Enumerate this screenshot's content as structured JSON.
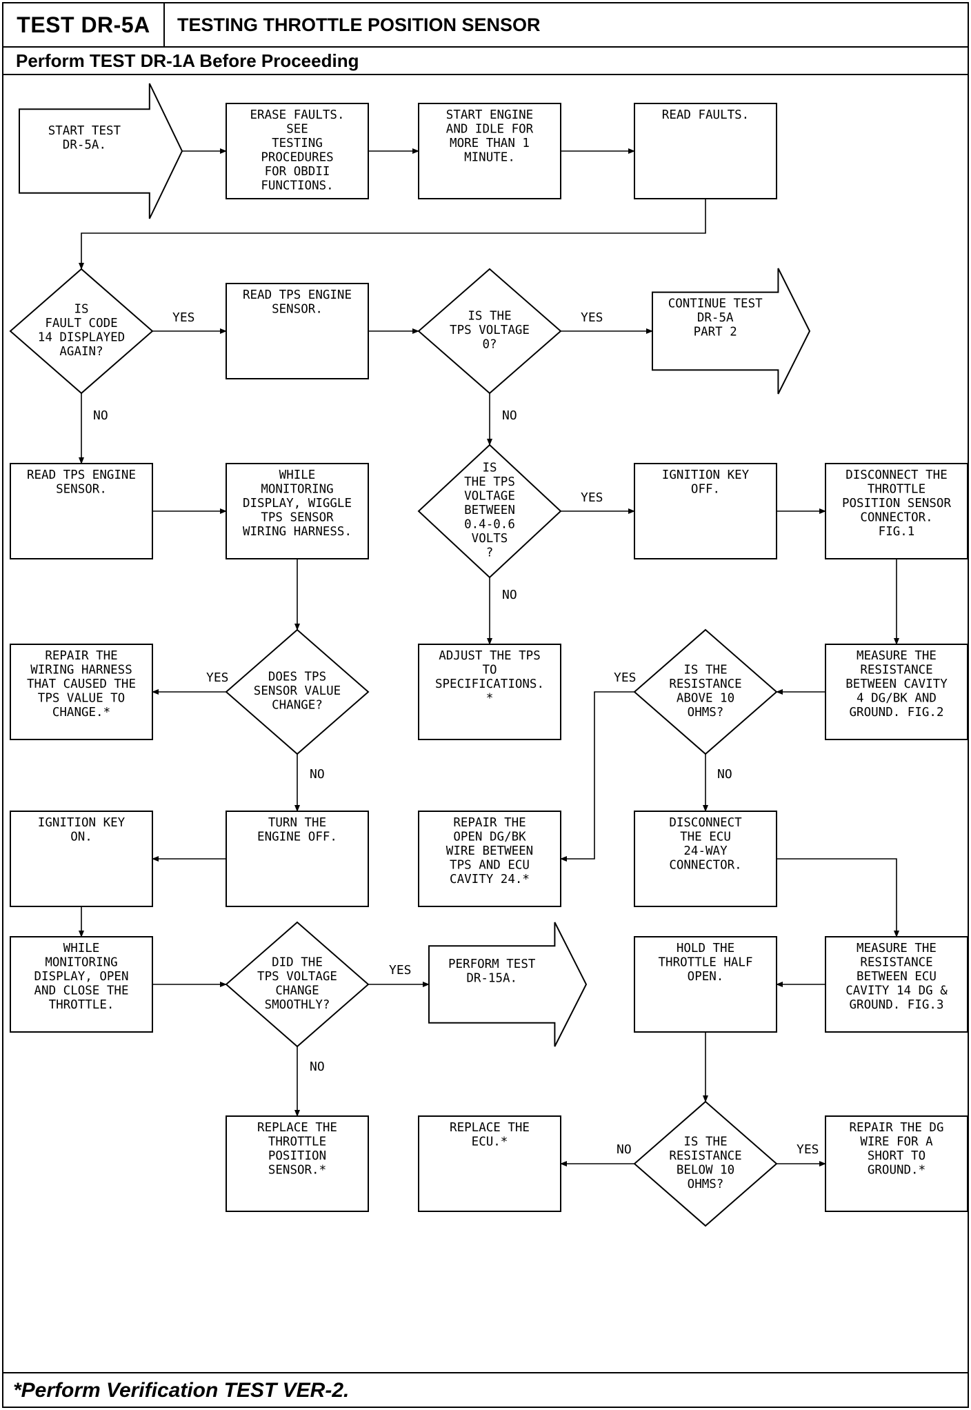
{
  "header": {
    "test_id": "TEST DR-5A",
    "title": "TESTING THROTTLE POSITION SENSOR",
    "prerequisite": "Perform TEST DR-1A Before Proceeding"
  },
  "footer": {
    "note": "*Perform Verification TEST VER-2."
  },
  "nodes": [
    {
      "id": "start",
      "shape": "arrow",
      "lines": [
        "START TEST",
        "DR-5A."
      ]
    },
    {
      "id": "erase",
      "shape": "box",
      "lines": [
        "ERASE FAULTS.",
        "SEE",
        "TESTING",
        "PROCEDURES",
        "FOR OBDII",
        "FUNCTIONS."
      ]
    },
    {
      "id": "startengine",
      "shape": "box",
      "lines": [
        "START ENGINE",
        "AND IDLE FOR",
        "MORE THAN 1",
        "MINUTE."
      ]
    },
    {
      "id": "readfaults",
      "shape": "box",
      "lines": [
        "READ FAULTS."
      ]
    },
    {
      "id": "code14",
      "shape": "diamond",
      "lines": [
        "IS",
        "FAULT CODE",
        "14 DISPLAYED",
        "AGAIN?"
      ]
    },
    {
      "id": "readtps1",
      "shape": "box",
      "lines": [
        "READ TPS ENGINE",
        "SENSOR."
      ]
    },
    {
      "id": "tps0",
      "shape": "diamond",
      "lines": [
        "IS THE",
        "TPS VOLTAGE",
        "0?"
      ]
    },
    {
      "id": "continue",
      "shape": "arrow",
      "lines": [
        "CONTINUE TEST",
        "DR-5A",
        "PART 2"
      ]
    },
    {
      "id": "readtps2",
      "shape": "box",
      "lines": [
        "READ TPS ENGINE",
        "SENSOR."
      ]
    },
    {
      "id": "wiggle",
      "shape": "box",
      "lines": [
        "WHILE",
        "MONITORING",
        "DISPLAY, WIGGLE",
        "TPS SENSOR",
        "WIRING HARNESS."
      ]
    },
    {
      "id": "tpsrange",
      "shape": "diamond",
      "lines": [
        "IS",
        "THE TPS",
        "VOLTAGE",
        "BETWEEN",
        "0.4-0.6",
        "VOLTS",
        "?"
      ]
    },
    {
      "id": "keyoff",
      "shape": "box",
      "lines": [
        "IGNITION KEY",
        "OFF."
      ]
    },
    {
      "id": "disconnect",
      "shape": "box",
      "lines": [
        "DISCONNECT THE",
        "THROTTLE",
        "POSITION SENSOR",
        "CONNECTOR.",
        "FIG.1"
      ]
    },
    {
      "id": "repairharness",
      "shape": "box",
      "lines": [
        "REPAIR THE",
        "WIRING HARNESS",
        "THAT CAUSED THE",
        "TPS VALUE TO",
        "CHANGE.*"
      ]
    },
    {
      "id": "tpschange",
      "shape": "diamond",
      "lines": [
        "DOES TPS",
        "SENSOR VALUE",
        "CHANGE?"
      ]
    },
    {
      "id": "adjust",
      "shape": "box",
      "lines": [
        "ADJUST THE TPS",
        "TO",
        "SPECIFICATIONS.",
        "*"
      ]
    },
    {
      "id": "above10",
      "shape": "diamond",
      "lines": [
        "IS THE",
        "RESISTANCE",
        "ABOVE 10",
        "OHMS?"
      ]
    },
    {
      "id": "measure4",
      "shape": "box",
      "lines": [
        "MEASURE THE",
        "RESISTANCE",
        "BETWEEN CAVITY",
        "4 DG/BK AND",
        "GROUND. FIG.2"
      ]
    },
    {
      "id": "keyon",
      "shape": "box",
      "lines": [
        "IGNITION KEY",
        "ON."
      ]
    },
    {
      "id": "engineoff",
      "shape": "box",
      "lines": [
        "TURN THE",
        "ENGINE OFF."
      ]
    },
    {
      "id": "repairopen",
      "shape": "box",
      "lines": [
        "REPAIR THE",
        "OPEN DG/BK",
        "WIRE BETWEEN",
        "TPS AND ECU",
        "CAVITY 24.*"
      ]
    },
    {
      "id": "disconnectecu",
      "shape": "box",
      "lines": [
        "DISCONNECT",
        "THE ECU",
        "24-WAY",
        "CONNECTOR."
      ]
    },
    {
      "id": "openclose",
      "shape": "box",
      "lines": [
        "WHILE",
        "MONITORING",
        "DISPLAY, OPEN",
        "AND CLOSE THE",
        "THROTTLE."
      ]
    },
    {
      "id": "smooth",
      "shape": "diamond",
      "lines": [
        "DID THE",
        "TPS VOLTAGE",
        "CHANGE",
        "SMOOTHLY?"
      ]
    },
    {
      "id": "dr15a",
      "shape": "arrow",
      "lines": [
        "PERFORM TEST",
        "DR-15A."
      ]
    },
    {
      "id": "holdhalf",
      "shape": "box",
      "lines": [
        "HOLD THE",
        "THROTTLE HALF",
        "OPEN."
      ]
    },
    {
      "id": "measure14",
      "shape": "box",
      "lines": [
        "MEASURE THE",
        "RESISTANCE",
        "BETWEEN ECU",
        "CAVITY 14 DG &",
        "GROUND. FIG.3"
      ]
    },
    {
      "id": "replacetps",
      "shape": "box",
      "lines": [
        "REPLACE THE",
        "THROTTLE",
        "POSITION",
        "SENSOR.*"
      ]
    },
    {
      "id": "replaceecu",
      "shape": "box",
      "lines": [
        "REPLACE THE",
        "ECU.*"
      ]
    },
    {
      "id": "below10",
      "shape": "diamond",
      "lines": [
        "IS THE",
        "RESISTANCE",
        "BELOW 10",
        "OHMS?"
      ]
    },
    {
      "id": "repairdg",
      "shape": "box",
      "lines": [
        "REPAIR THE DG",
        "WIRE FOR A",
        "SHORT TO",
        "GROUND.*"
      ]
    }
  ],
  "edges": [
    {
      "from": "start",
      "to": "erase",
      "label": ""
    },
    {
      "from": "erase",
      "to": "startengine",
      "label": ""
    },
    {
      "from": "startengine",
      "to": "readfaults",
      "label": ""
    },
    {
      "from": "readfaults",
      "to": "code14",
      "label": ""
    },
    {
      "from": "code14",
      "to": "readtps1",
      "label": "YES"
    },
    {
      "from": "code14",
      "to": "readtps2",
      "label": "NO"
    },
    {
      "from": "readtps1",
      "to": "tps0",
      "label": ""
    },
    {
      "from": "tps0",
      "to": "continue",
      "label": "YES"
    },
    {
      "from": "tps0",
      "to": "tpsrange",
      "label": "NO"
    },
    {
      "from": "readtps2",
      "to": "wiggle",
      "label": ""
    },
    {
      "from": "wiggle",
      "to": "tpschange",
      "label": ""
    },
    {
      "from": "tpsrange",
      "to": "keyoff",
      "label": "YES"
    },
    {
      "from": "tpsrange",
      "to": "adjust",
      "label": "NO"
    },
    {
      "from": "keyoff",
      "to": "disconnect",
      "label": ""
    },
    {
      "from": "disconnect",
      "to": "measure4",
      "label": ""
    },
    {
      "from": "tpschange",
      "to": "repairharness",
      "label": "YES"
    },
    {
      "from": "tpschange",
      "to": "engineoff",
      "label": "NO"
    },
    {
      "from": "measure4",
      "to": "above10",
      "label": ""
    },
    {
      "from": "above10",
      "to": "repairopen",
      "label": "YES"
    },
    {
      "from": "above10",
      "to": "disconnectecu",
      "label": "NO"
    },
    {
      "from": "engineoff",
      "to": "keyon",
      "label": ""
    },
    {
      "from": "keyon",
      "to": "openclose",
      "label": ""
    },
    {
      "from": "disconnectecu",
      "to": "measure14",
      "label": ""
    },
    {
      "from": "openclose",
      "to": "smooth",
      "label": ""
    },
    {
      "from": "smooth",
      "to": "dr15a",
      "label": "YES"
    },
    {
      "from": "smooth",
      "to": "replacetps",
      "label": "NO"
    },
    {
      "from": "measure14",
      "to": "holdhalf",
      "label": ""
    },
    {
      "from": "holdhalf",
      "to": "below10",
      "label": ""
    },
    {
      "from": "below10",
      "to": "replaceecu",
      "label": "NO"
    },
    {
      "from": "below10",
      "to": "repairdg",
      "label": "YES"
    }
  ]
}
